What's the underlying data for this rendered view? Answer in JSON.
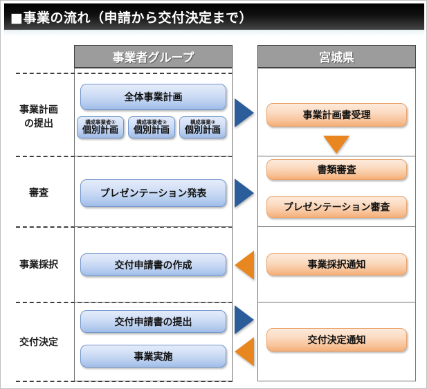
{
  "title": "■事業の流れ（申請から交付決定まで）",
  "columns": {
    "left_header": "事業者グループ",
    "right_header": "宮城県"
  },
  "row_labels": [
    {
      "line1": "事業計画",
      "line2": "の提出"
    },
    {
      "line1": "審査",
      "line2": ""
    },
    {
      "line1": "事業採択",
      "line2": ""
    },
    {
      "line1": "交付決定",
      "line2": ""
    }
  ],
  "left_column": {
    "overall_plan": "全体事業計画",
    "members": [
      {
        "sub": "構成事業者①",
        "main": "個別計画"
      },
      {
        "sub": "構成事業者②",
        "main": "個別計画"
      },
      {
        "sub": "構成事業③",
        "main": "個別計画"
      }
    ],
    "presentation": "プレゼンテーション発表",
    "application_create": "交付申請書の作成",
    "application_submit": "交付申請書の提出",
    "project_execution": "事業実施"
  },
  "right_column": {
    "plan_received": "事業計画書受理",
    "document_review": "書類審査",
    "presentation_review": "プレゼンテーション審査",
    "adoption_notice": "事業採択通知",
    "grant_decision_notice": "交付決定通知"
  },
  "arrows": [
    {
      "name": "row1-right-arrow",
      "direction": "right",
      "color": "#2c5d9b"
    },
    {
      "name": "right-column-down-arrow",
      "direction": "down",
      "color": "#e8861f"
    },
    {
      "name": "row2-right-arrow",
      "direction": "right",
      "color": "#2c5d9b"
    },
    {
      "name": "row3-left-arrow",
      "direction": "left",
      "color": "#e8861f"
    },
    {
      "name": "row4-right-arrow",
      "direction": "right",
      "color": "#2c5d9b"
    },
    {
      "name": "row4-left-arrow",
      "direction": "left",
      "color": "#e8861f"
    }
  ],
  "colors": {
    "title_bar": "#000000",
    "header_gray": "#9c9c9c",
    "blue_fill": "#b9cff0",
    "blue_border": "#7296ca",
    "orange_fill": "#f8c49b",
    "orange_border": "#e8a36c",
    "arrow_blue": "#2c5d9b",
    "arrow_orange": "#e8861f"
  }
}
